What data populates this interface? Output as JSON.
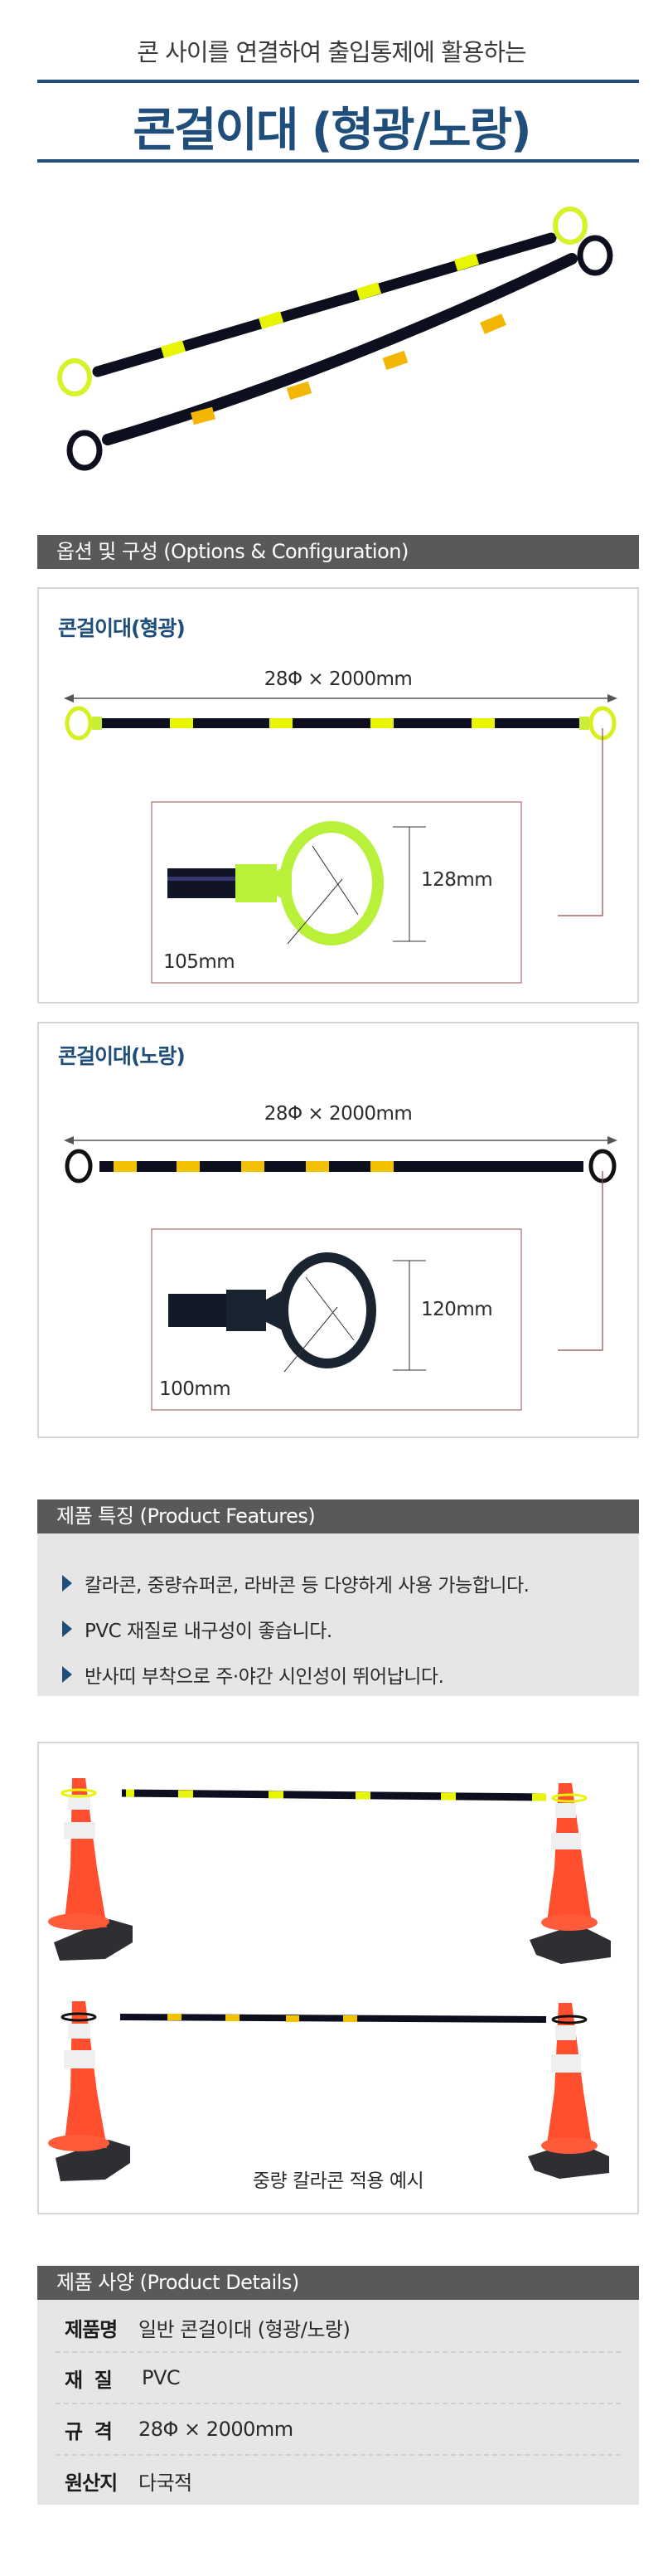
{
  "header": {
    "subtitle": "콘 사이를 연결하여 출입통제에 활용하는",
    "title": "콘걸이대 (형광/노랑)",
    "accent_color": "#1f4e7a"
  },
  "hero": {
    "image_alt": "콘걸이대 형광 및 노랑 제품 이미지",
    "colors": {
      "fluorescent": "#d7f21e",
      "yellow": "#f2b705",
      "pole": "#0d0f1e"
    }
  },
  "options": {
    "header": "옵션 및 구성 (Options & Configuration)",
    "cards": [
      {
        "title": "콘걸이대(형광)",
        "overall_dimension": "28Φ × 2000mm",
        "ring_height": "128mm",
        "ring_inner": "105mm",
        "ring_color": "#b8f03a",
        "band_color": "#e8f00c"
      },
      {
        "title": "콘걸이대(노랑)",
        "overall_dimension": "28Φ × 2000mm",
        "ring_height": "120mm",
        "ring_inner": "100mm",
        "ring_color": "#1a2330",
        "band_color": "#f2c200"
      }
    ]
  },
  "features": {
    "header": "제품 특징 (Product Features)",
    "items": [
      "칼라콘, 중량슈퍼콘, 라바콘 등 다양하게 사용 가능합니다.",
      "PVC 재질로 내구성이 좋습니다.",
      "반사띠 부착으로 주·야간 시인성이 뛰어납니다."
    ]
  },
  "example": {
    "caption": "중량 칼라콘 적용 예시"
  },
  "details": {
    "header": "제품 사양 (Product Details)",
    "rows": [
      {
        "label": "제품명",
        "value": "일반 콘걸이대 (형광/노랑)"
      },
      {
        "label": "재  질",
        "value": "PVC"
      },
      {
        "label": "규  격",
        "value": "28Φ × 2000mm"
      },
      {
        "label": "원산지",
        "value": "다국적"
      }
    ]
  }
}
